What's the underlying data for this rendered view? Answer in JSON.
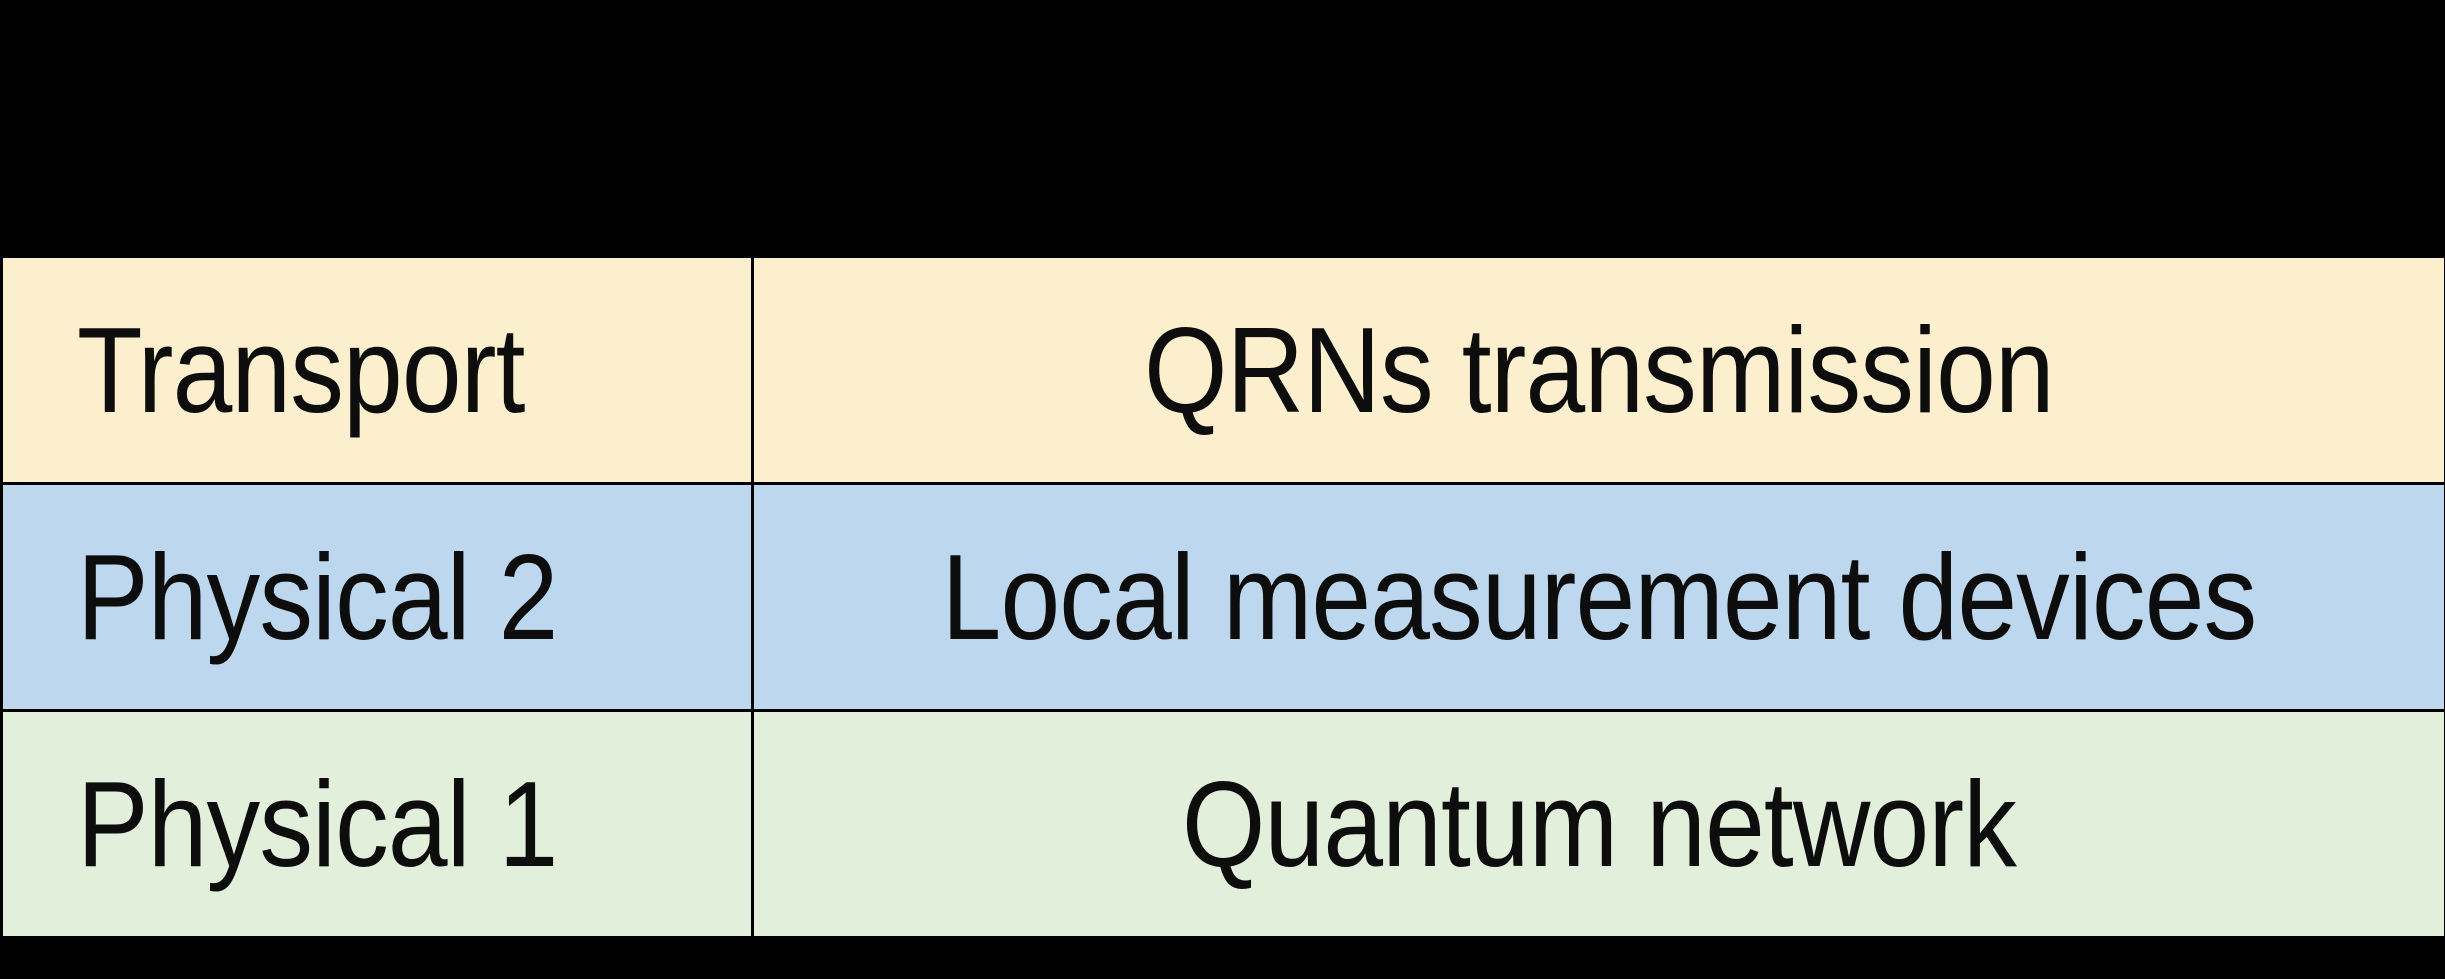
{
  "figure": {
    "background_color": "#000000",
    "border_color": "#000000"
  },
  "table": {
    "name": "protocol-stack-layers",
    "columns": [
      {
        "key": "layer",
        "align": "left"
      },
      {
        "key": "description",
        "align": "center"
      }
    ],
    "rows": [
      {
        "layer": "Transport",
        "description": "QRNs transmission",
        "fill_color": "#FCEFCD"
      },
      {
        "layer": "Physical 2",
        "description": "Local measurement devices",
        "fill_color": "#BDD7EE"
      },
      {
        "layer": "Physical 1",
        "description": "Quantum network",
        "fill_color": "#E2EFDA"
      }
    ]
  }
}
